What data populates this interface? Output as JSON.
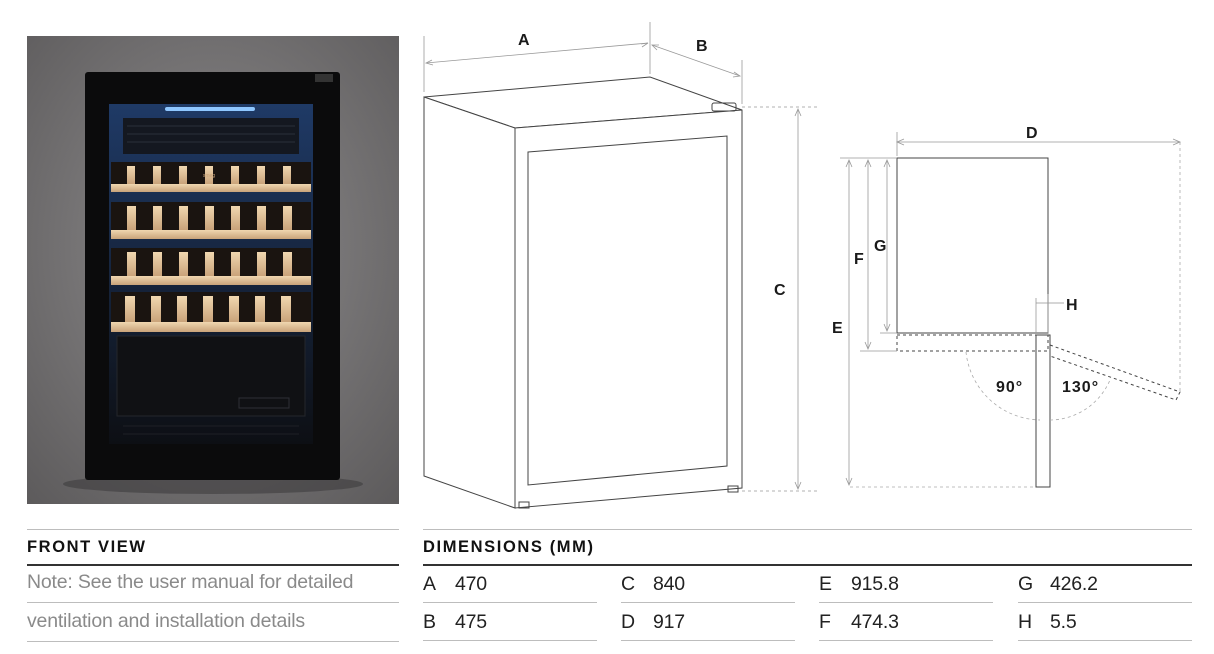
{
  "front_view": {
    "heading": "FRONT VIEW",
    "note_line1": "Note: See the user manual for detailed",
    "note_line2": "ventilation and installation details"
  },
  "dimensions": {
    "heading": "DIMENSIONS (MM)",
    "rows": [
      [
        {
          "key": "A",
          "value": "470"
        },
        {
          "key": "C",
          "value": "840"
        },
        {
          "key": "E",
          "value": "915.8"
        },
        {
          "key": "G",
          "value": "426.2"
        }
      ],
      [
        {
          "key": "B",
          "value": "475"
        },
        {
          "key": "D",
          "value": "917"
        },
        {
          "key": "F",
          "value": "474.3"
        },
        {
          "key": "H",
          "value": "5.5"
        }
      ]
    ]
  },
  "drawing_labels": {
    "a": "A",
    "b": "B",
    "c": "C",
    "d": "D",
    "e": "E",
    "f": "F",
    "g": "G",
    "h": "H",
    "angle_90": "90°",
    "angle_130": "130°"
  },
  "product_logo": "smeg"
}
